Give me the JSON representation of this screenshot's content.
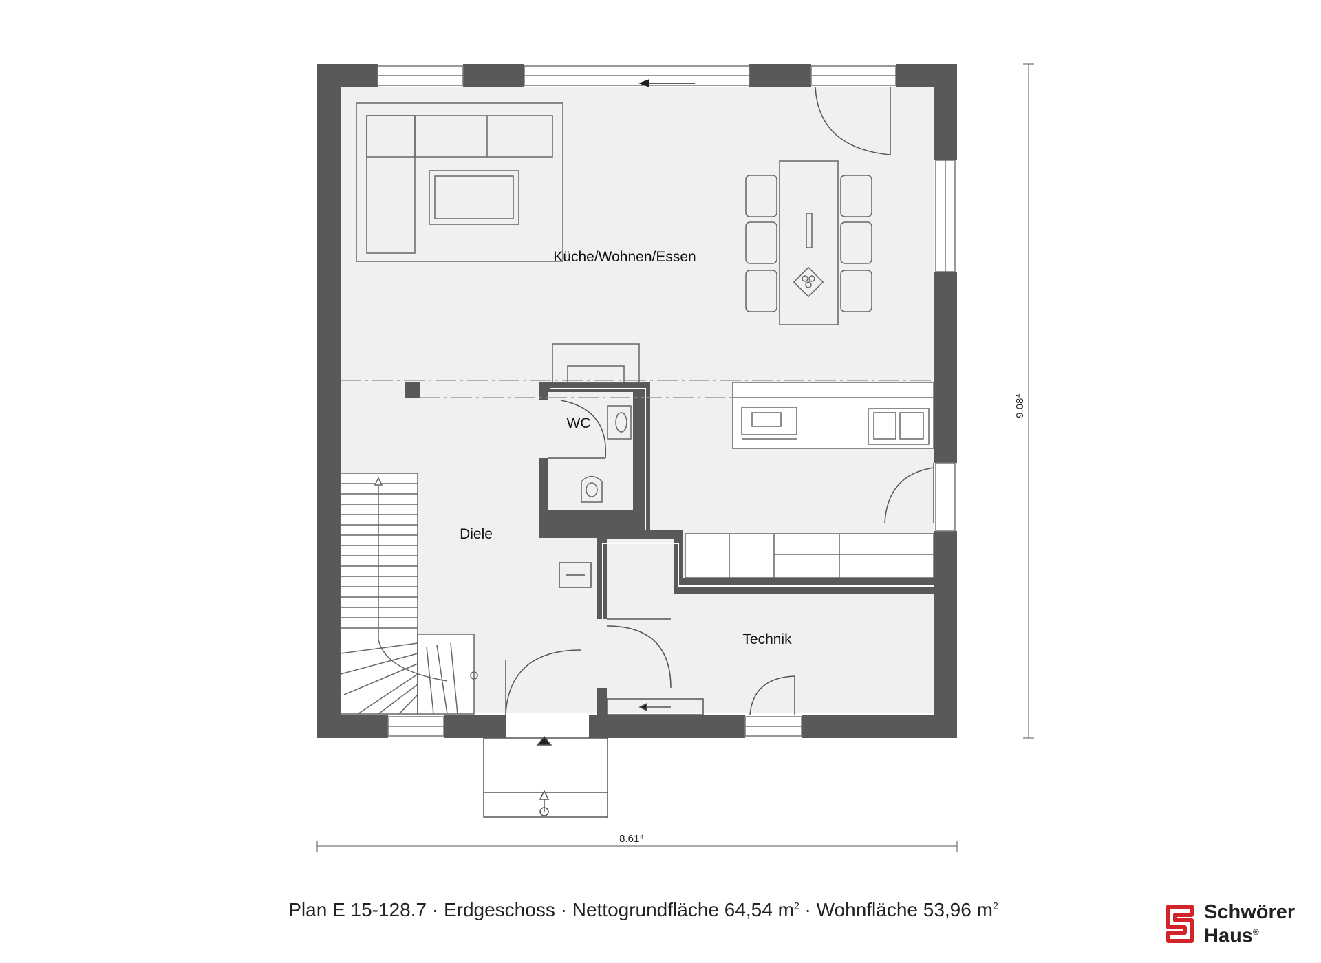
{
  "plan": {
    "rooms": [
      {
        "label": "Küche/Wohnen/Essen"
      },
      {
        "label": "WC"
      },
      {
        "label": "Diele"
      },
      {
        "label": "Technik"
      }
    ],
    "dimensions": {
      "width": "8.61⁴",
      "depth": "9.08⁴"
    }
  },
  "caption": {
    "plan_id": "Plan E 15-128.7",
    "floor": "Erdgeschoss",
    "net_area_label": "Nettogrundfläche 64,54 m",
    "living_area_label": "Wohnfläche 53,96 m",
    "unit_sup": "2",
    "separator": " · "
  },
  "brand": {
    "line1": "Schwörer",
    "line2": "Haus",
    "reg": "®",
    "color": "#d2232a"
  },
  "colors": {
    "wall": "#58595b",
    "floor": "#f0f0f0",
    "line": "#555555"
  }
}
